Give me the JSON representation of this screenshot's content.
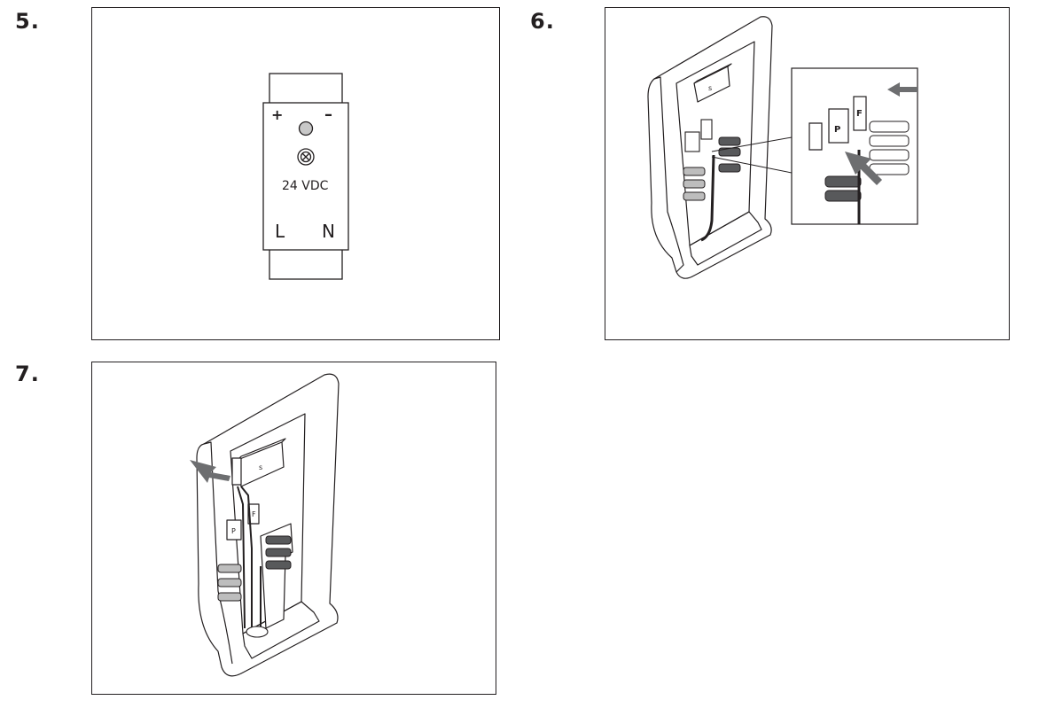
{
  "steps": [
    {
      "number": "5."
    },
    {
      "number": "6."
    },
    {
      "number": "7."
    }
  ],
  "power_supply": {
    "plus": "+",
    "minus": "–",
    "voltage": "24 VDC",
    "terminal_l": "L",
    "terminal_n": "N"
  },
  "unit_labels": {
    "s": "s",
    "p": "P",
    "f": "F"
  },
  "colors": {
    "line": "#231f20",
    "arrow": "#6d6e70",
    "led": "#c8c8c8",
    "terminal_dark": "#58595b",
    "terminal_light": "#bdbdbd"
  }
}
